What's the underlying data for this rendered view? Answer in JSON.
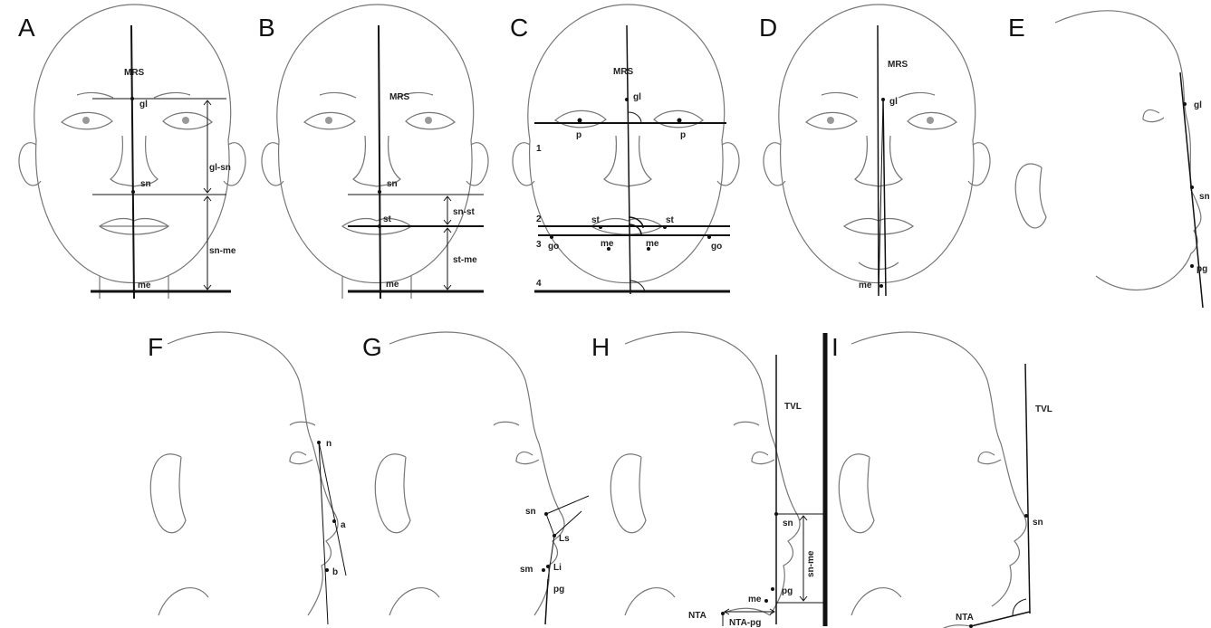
{
  "panels": [
    {
      "letter": "A",
      "labels": [
        "MRS",
        "gl",
        "gl-sn",
        "sn",
        "sn-me",
        "me"
      ]
    },
    {
      "letter": "B",
      "labels": [
        "MRS",
        "sn",
        "sn-st",
        "st",
        "st-me",
        "me"
      ]
    },
    {
      "letter": "C",
      "labels": [
        "MRS",
        "gl",
        "p",
        "p",
        "1",
        "2",
        "st",
        "st",
        "3",
        "go",
        "me",
        "me",
        "go",
        "4"
      ]
    },
    {
      "letter": "D",
      "labels": [
        "MRS",
        "gl",
        "me"
      ]
    },
    {
      "letter": "E",
      "labels": [
        "gl",
        "sn",
        "pg"
      ]
    },
    {
      "letter": "F",
      "labels": [
        "n",
        "a",
        "b"
      ]
    },
    {
      "letter": "G",
      "labels": [
        "sn",
        "Ls",
        "Li",
        "sm",
        "pg"
      ]
    },
    {
      "letter": "H",
      "labels": [
        "TVL",
        "sn",
        "sn-me",
        "pg",
        "me",
        "NTA",
        "NTA-pg"
      ]
    },
    {
      "letter": "I",
      "labels": [
        "TVL",
        "sn",
        "NTA"
      ]
    }
  ]
}
